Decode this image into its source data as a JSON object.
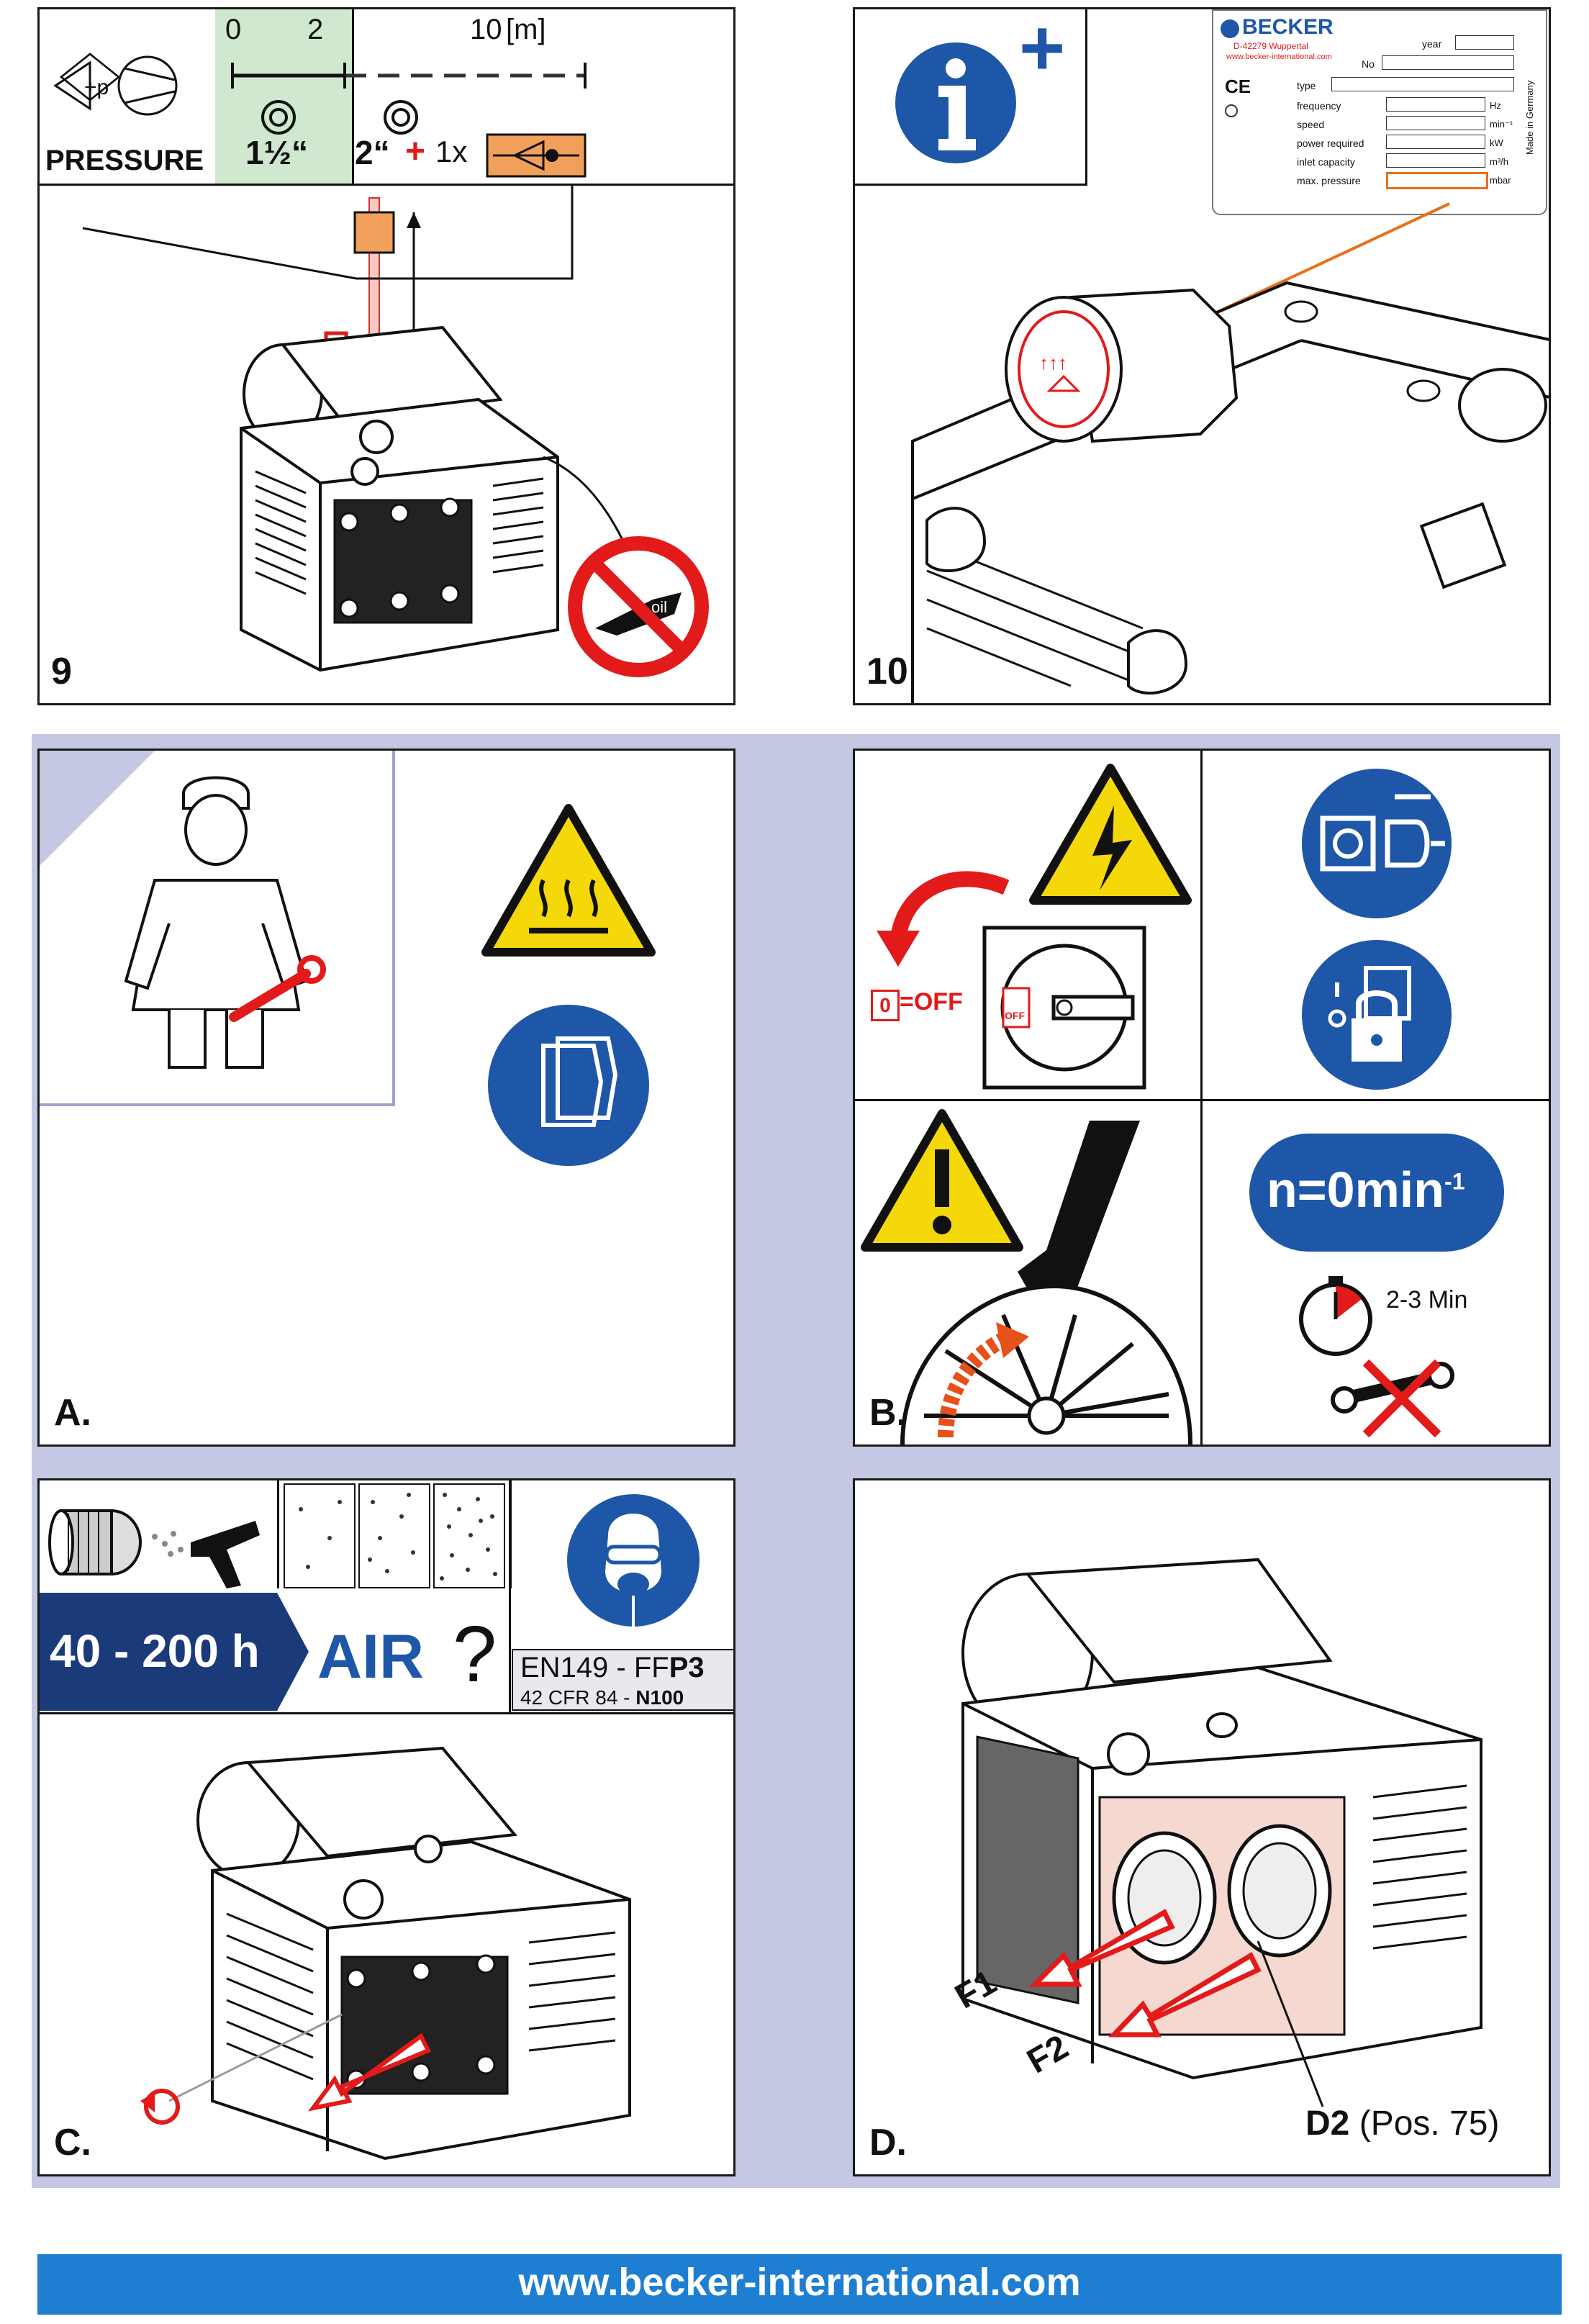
{
  "panel9": {
    "number": "9",
    "scale_0": "0",
    "scale_2": "2",
    "scale_10": "10",
    "scale_unit": "[m]",
    "pressure_label": "PRESSURE",
    "pressure_symbol": "+p",
    "size_small": "1½“",
    "size_large": "2“",
    "plus": "+",
    "valve_count": "1x",
    "oil_text": "oil"
  },
  "panel10": {
    "number": "10",
    "info_plus": "+",
    "nameplate": {
      "brand": "BECKER",
      "address": "D-42279 Wuppertal",
      "website": "www.becker-international.com",
      "year": "year",
      "no": "No",
      "ce": "CE",
      "type": "type",
      "frequency": "frequency",
      "speed": "speed",
      "power": "power required",
      "capacity": "inlet capacity",
      "max_pressure": "max. pressure",
      "unit_hz": "Hz",
      "unit_min": "min⁻¹",
      "unit_kw": "kW",
      "unit_m3h": "m³/h",
      "unit_mbar": "mbar",
      "made_in": "Made in Germany"
    }
  },
  "panelA": {
    "label": "A."
  },
  "panelB": {
    "label": "B.",
    "off_zero": "0",
    "off_text": "=OFF",
    "switch_text": "OFF",
    "rpm": "n=0min",
    "rpm_exp": "-1",
    "wait": "2-3 Min"
  },
  "panelC": {
    "label": "C.",
    "hours": "40 - 200 h",
    "air": "AIR",
    "question": "?",
    "standard1_pre": "EN149 - FF",
    "standard1_bold": "P3",
    "standard2_pre": "42 CFR 84 - ",
    "standard2_bold": "N100"
  },
  "panelD": {
    "label": "D.",
    "f1": "F1",
    "f2": "F2",
    "d2_bold": "D2",
    "d2_pos": "(Pos. 75)"
  },
  "footer": {
    "url": "www.becker-international.com"
  },
  "colors": {
    "blue": "#1e56a8",
    "navy": "#1a3a7a",
    "red": "#e21a1a",
    "yellow": "#f5d80a",
    "green": "#cfe8cf",
    "orange": "#f0a05a",
    "lavender": "#c5c8e2",
    "footer": "#1e7fd2"
  }
}
